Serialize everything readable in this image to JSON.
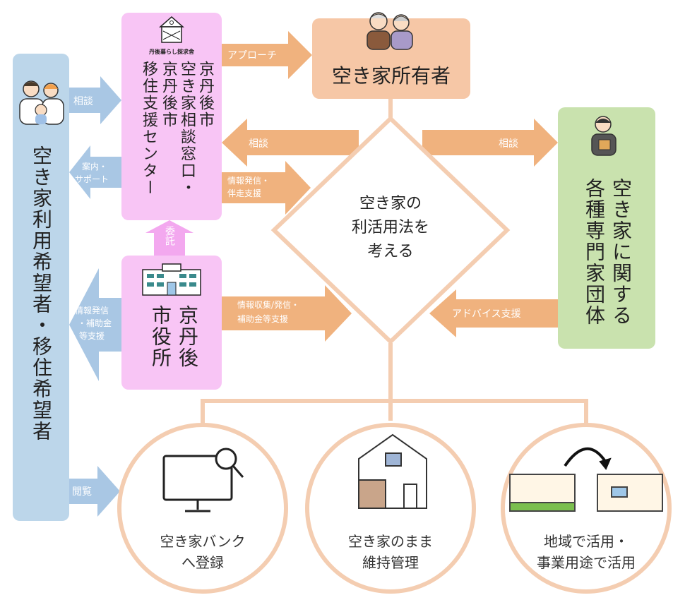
{
  "colors": {
    "blue": "#bcd6ea",
    "blue_arrow": "#a9c7e4",
    "pink": "#f8c5f5",
    "pink_arrow": "#f3a8ef",
    "salmon": "#f6c7a6",
    "orange_arrow": "#f0b27e",
    "green": "#c9e2ae",
    "circle_stroke": "#f4cdb1"
  },
  "left_box": {
    "title": "空き家利用希望者・移住希望者",
    "icon": "family-icon"
  },
  "center_box": {
    "label_small": "丹後暮らし探求舎",
    "title_col1": "京丹後市",
    "title_col2": "空き家相談窓口・",
    "title_col3": "京丹後市",
    "title_col4": "移住支援センター",
    "icon": "house-building-icon"
  },
  "city_box": {
    "title_col1": "京丹後",
    "title_col2": "市役所",
    "icon": "city-hall-icon"
  },
  "owner_box": {
    "title": "空き家所有者",
    "icon": "elderly-couple-icon"
  },
  "expert_box": {
    "title_col1": "空き家に関する",
    "title_col2": "各種専門家団体",
    "icon": "businessman-icon"
  },
  "diamond": {
    "line1": "空き家の",
    "line2": "利活用法を",
    "line3": "考える"
  },
  "arrows": {
    "soudan_left": "相談",
    "annai": "案内・",
    "annai2": "サポート",
    "approach": "アプローチ",
    "soudan_top_left": "相談",
    "soudan_top_right": "相談",
    "johohasshin1": "情報発信・",
    "johohasshin2": "伴走支援",
    "itaku": "委託",
    "city_left1": "情報発信",
    "city_left2": "・補助金",
    "city_left3": "等支援",
    "city_right1": "情報収集/発信・",
    "city_right2": "補助金等支援",
    "advice": "アドバイス支援",
    "etsuran": "閲覧"
  },
  "outcomes": [
    {
      "line1": "空き家バンク",
      "line2": "へ登録",
      "icon": "computer-search-icon"
    },
    {
      "line1": "空き家のまま",
      "line2": "維持管理",
      "icon": "house-icon"
    },
    {
      "line1": "地域で活用・",
      "line2": "事業用途で活用",
      "icon": "room-conversion-icon"
    }
  ]
}
